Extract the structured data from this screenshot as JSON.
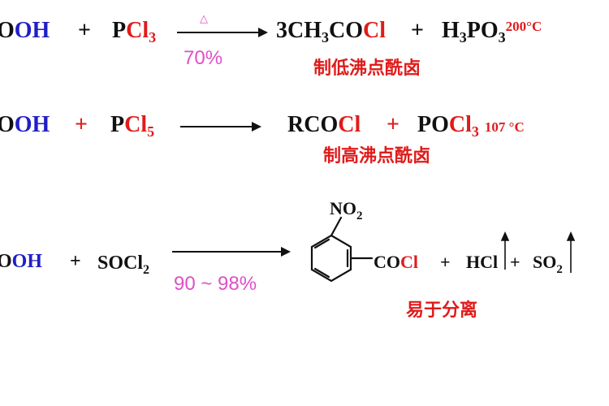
{
  "reaction1": {
    "reactant1_a": "O",
    "reactant1_b": "OH",
    "plus1": "+",
    "reagent_p": "P",
    "reagent_cl": "Cl",
    "reagent_sub": "3",
    "condition_top": "△",
    "yield": "70%",
    "prod_coef": "3CH",
    "prod_sub1": "3",
    "prod_co": "CO",
    "prod_cl": "Cl",
    "plus2": "+",
    "byprod_h": "H",
    "byprod_sub1": "3",
    "byprod_po": "PO",
    "byprod_sub2": "3",
    "byprod_temp": "200°C",
    "note": "制低沸点酰卤"
  },
  "reaction2": {
    "reactant1_a": "O",
    "reactant1_b": "OH",
    "plus1": "+",
    "reagent_p": "P",
    "reagent_cl": "Cl",
    "reagent_sub": "5",
    "prod_rco": "RCO",
    "prod_cl": "Cl",
    "plus2": "+",
    "byprod_po": "PO",
    "byprod_cl": "Cl",
    "byprod_sub": "3",
    "byprod_temp": "107 °C",
    "note": "制高沸点酰卤"
  },
  "reaction3": {
    "reactant1_a": "O",
    "reactant1_b": "OH",
    "plus1": "+",
    "reagent_so": "SOCl",
    "reagent_sub": "2",
    "yield": "90 ~ 98%",
    "substituent": "NO",
    "substituent_sub": "2",
    "prod_co": "CO",
    "prod_cl": "Cl",
    "plus2": "+",
    "byprod1": "HCl",
    "plus3": "+",
    "byprod2": "SO",
    "byprod2_sub": "2",
    "note": "易于分离"
  }
}
